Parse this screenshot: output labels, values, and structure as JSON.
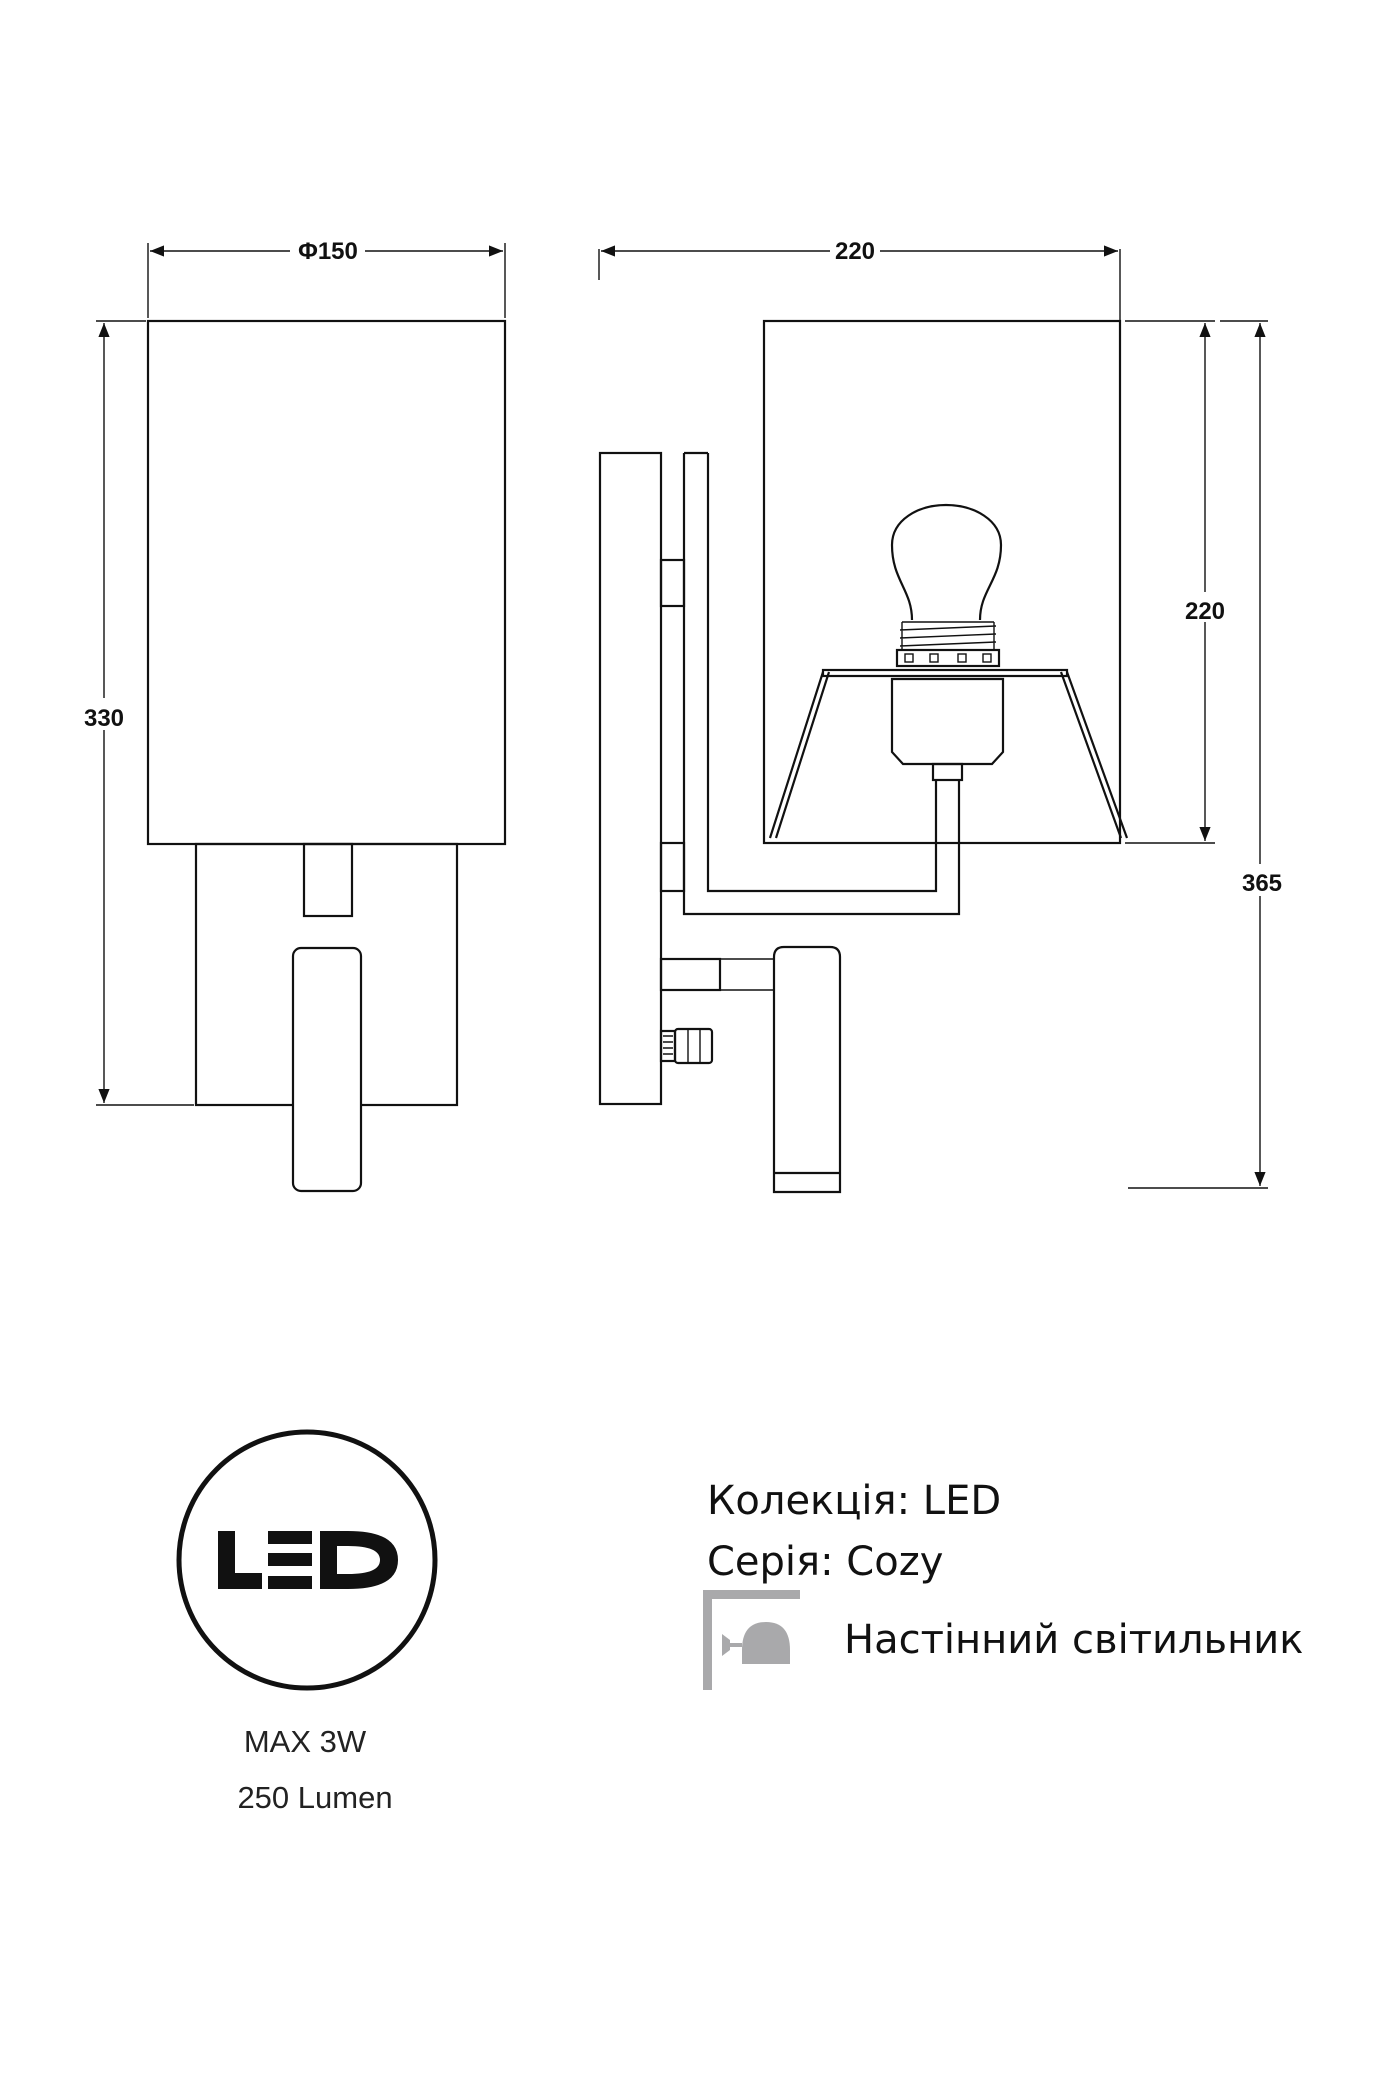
{
  "dimensions": {
    "front_width": "Φ150",
    "front_height": "330",
    "side_width": "220",
    "shade_height": "220",
    "total_height": "365"
  },
  "badge": {
    "logo_text": "LED",
    "max_power": "MAX 3W",
    "lumen": "250 Lumen"
  },
  "info": {
    "collection": "Колекція: LED",
    "series": "Серія: Cozy",
    "type": "Настінний світильник"
  },
  "colors": {
    "line": "#111111",
    "icon_gray": "#a9a9ab"
  }
}
